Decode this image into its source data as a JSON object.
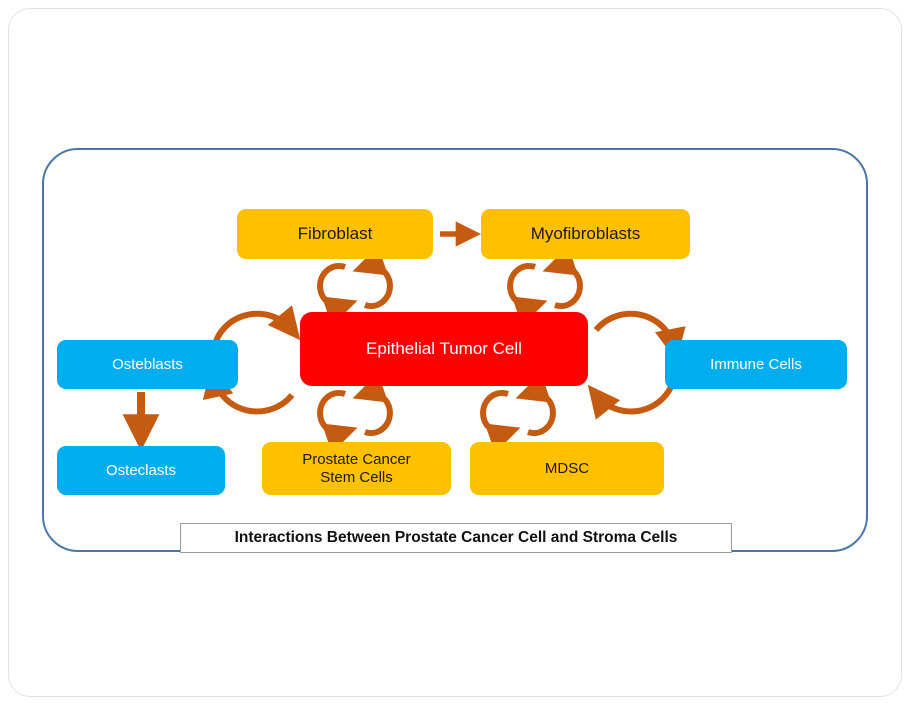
{
  "diagram": {
    "caption": "Interactions Between Prostate Cancer Cell and Stroma Cells",
    "colors": {
      "yellow": "#FFC000",
      "blue": "#00ADEE",
      "red": "#FF0000",
      "arrow": "#C55A11",
      "frame_blue": "#4A77A8",
      "frame_gray": "#E2E2E2"
    },
    "nodes": {
      "fibroblast": "Fibroblast",
      "myofibroblasts": "Myofibroblasts",
      "tumor_cell": "Epithelial Tumor Cell",
      "osteblasts": "Osteblasts",
      "osteclasts": "Osteclasts",
      "immune_cells": "Immune Cells",
      "pcsc_line1": "Prostate Cancer",
      "pcsc_line2": "Stem Cells",
      "mdsc": "MDSC"
    },
    "edges": [
      {
        "from": "Fibroblast",
        "to": "Myofibroblasts",
        "type": "straight-arrow"
      },
      {
        "from": "Osteblasts",
        "to": "Osteclasts",
        "type": "straight-arrow"
      },
      {
        "from": "Fibroblast",
        "to": "Epithelial Tumor Cell",
        "type": "bidirectional-cycle"
      },
      {
        "from": "Myofibroblasts",
        "to": "Epithelial Tumor Cell",
        "type": "bidirectional-cycle"
      },
      {
        "from": "Osteblasts",
        "to": "Epithelial Tumor Cell",
        "type": "bidirectional-cycle"
      },
      {
        "from": "Immune Cells",
        "to": "Epithelial Tumor Cell",
        "type": "bidirectional-cycle"
      },
      {
        "from": "Prostate Cancer Stem Cells",
        "to": "Epithelial Tumor Cell",
        "type": "bidirectional-cycle"
      },
      {
        "from": "MDSC",
        "to": "Epithelial Tumor Cell",
        "type": "bidirectional-cycle"
      }
    ]
  }
}
